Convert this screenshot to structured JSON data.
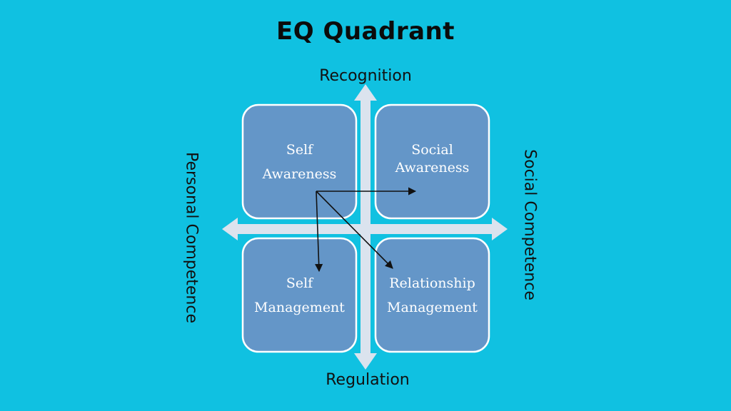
{
  "title": "EQ Quadrant",
  "axes": {
    "top": "Recognition",
    "bottom": "Regulation",
    "left": "Personal Competence",
    "right": "Social Competence"
  },
  "quadrants": {
    "top_left": {
      "line1": "Self",
      "line2": "Awareness"
    },
    "top_right": {
      "line1": "Social",
      "line2": "Awareness"
    },
    "bottom_left": {
      "line1": "Self",
      "line2": "Management"
    },
    "bottom_right": {
      "line1": "Relationship",
      "line2": "Management"
    }
  },
  "colors": {
    "background": "#10c1e1",
    "box_fill": "#6496c8",
    "box_border": "#ffffff",
    "axis": "#dbe3ee",
    "connector": "#111111"
  }
}
